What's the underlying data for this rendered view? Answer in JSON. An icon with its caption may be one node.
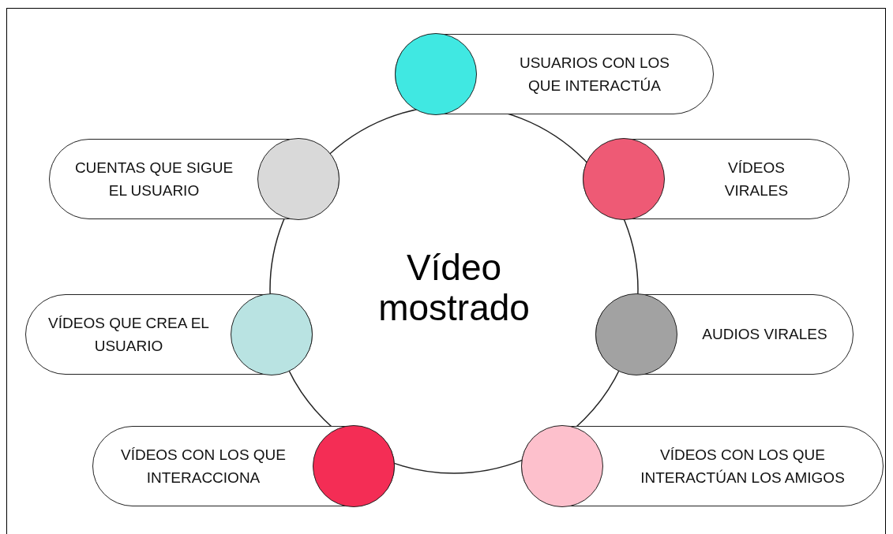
{
  "diagram": {
    "nodes": [
      {
        "text": [
          "Vídeo mostrado"
        ]
      },
      {
        "text": [
          "USUARIOS CON LOS QUE INTERACTÚA"
        ]
      },
      {
        "text": [
          "CUENTAS QUE SIGUE EL USUARIO"
        ]
      },
      {
        "text": [
          "VÍDEOS VIRALES"
        ]
      },
      {
        "text": [
          "VÍDEOS QUE CREA EL USUARIO"
        ]
      },
      {
        "text": [
          "AUDIOS VIRALES"
        ]
      },
      {
        "text": [
          "VÍDEOS CON LOS QUE INTERACCIONA"
        ]
      },
      {
        "text": [
          "VÍDEOS CON LOS QUE INTERACTÚAN LOS AMIGOS"
        ]
      }
    ]
  }
}
